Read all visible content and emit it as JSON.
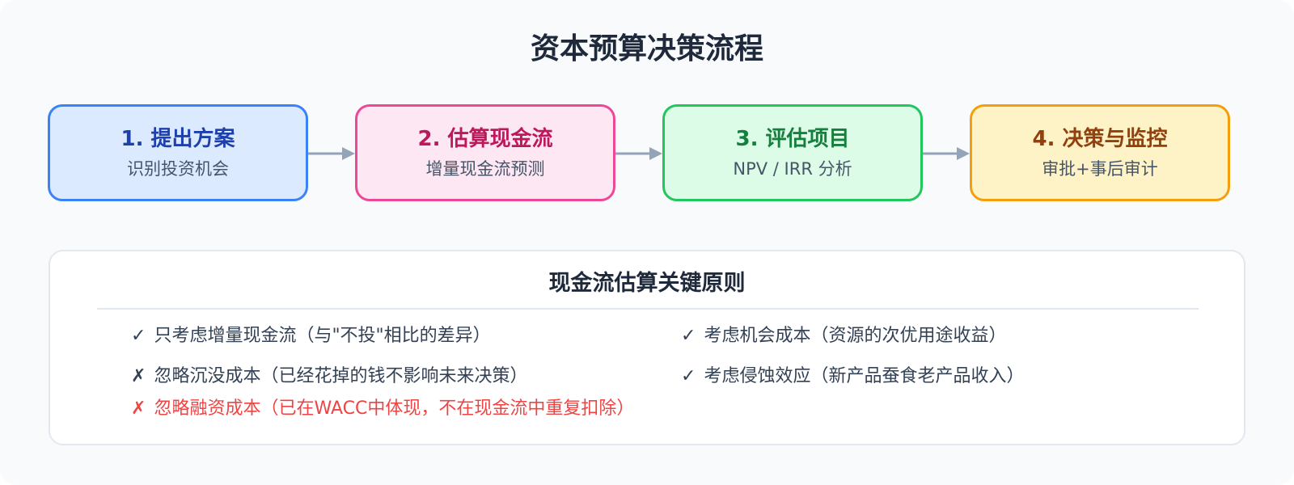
{
  "title": "资本预算决策流程",
  "steps": [
    {
      "title": "1. 提出方案",
      "subtitle": "识别投资机会"
    },
    {
      "title": "2. 估算现金流",
      "subtitle": "增量现金流预测"
    },
    {
      "title": "3. 评估项目",
      "subtitle": "NPV / IRR 分析"
    },
    {
      "title": "4. 决策与监控",
      "subtitle": "审批+事后审计"
    }
  ],
  "principles": {
    "title": "现金流估算关键原则",
    "items": [
      {
        "mark": "✓",
        "text": "只考虑增量现金流（与\"不投\"相比的差异）"
      },
      {
        "mark": "✓",
        "text": "考虑机会成本（资源的次优用途收益）"
      },
      {
        "mark": "✗",
        "text": "忽略沉没成本（已经花掉的钱不影响未来决策）"
      },
      {
        "mark": "✓",
        "text": "考虑侵蚀效应（新产品蚕食老产品收入）"
      },
      {
        "mark": "✗",
        "text": "忽略融资成本（已在WACC中体现，不在现金流中重复扣除）"
      }
    ]
  },
  "colors": {
    "background": "#f8fafc",
    "step_1": "#3b82f6",
    "step_2": "#ec4899",
    "step_3": "#22c55e",
    "step_4": "#f59e0b",
    "arrow": "#94a3b8",
    "warning_text": "#ef4444"
  }
}
